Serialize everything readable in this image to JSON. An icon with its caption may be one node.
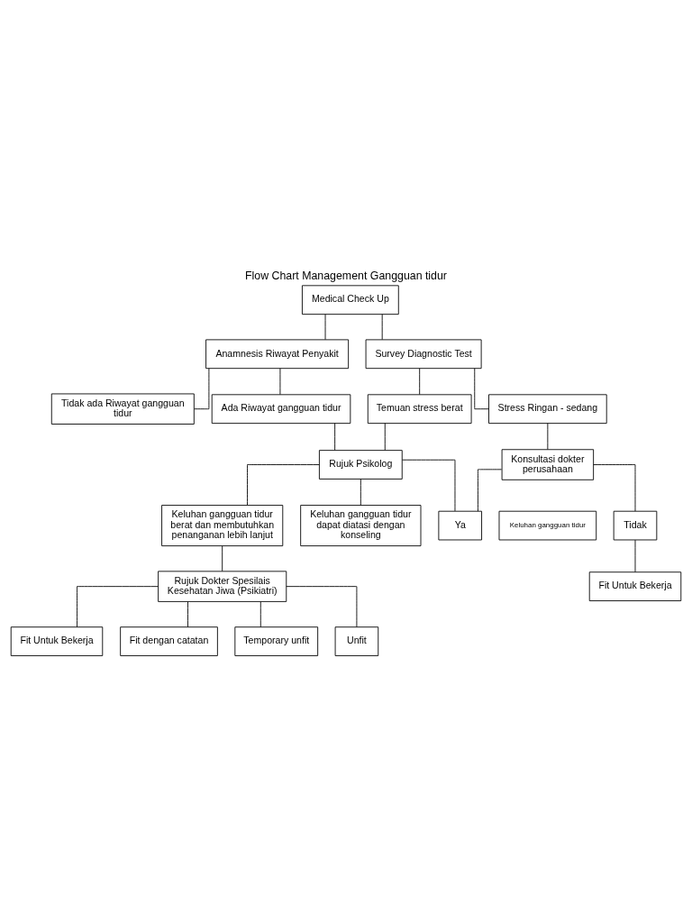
{
  "diagram": {
    "title": "Flow Chart Management Gangguan tidur",
    "nodes": [
      {
        "text": [
          "Medical Check Up"
        ]
      },
      {
        "text": [
          "Anamnesis Riwayat Penyakit"
        ]
      },
      {
        "text": [
          "Survey Diagnostic Test"
        ]
      },
      {
        "text": [
          "Tidak ada Riwayat gangguan tidur"
        ]
      },
      {
        "text": [
          "Ada Riwayat gangguan tidur"
        ]
      },
      {
        "text": [
          "Temuan stress berat"
        ]
      },
      {
        "text": [
          "Stress Ringan - sedang"
        ]
      },
      {
        "text": [
          "Rujuk Psikolog"
        ]
      },
      {
        "text": [
          "Konsultasi dokter perusahaan"
        ]
      },
      {
        "text": [
          "Keluhan gangguan tidur"
        ]
      },
      {
        "text": [
          "Keluhan gangguan tidur berat dan membutuhkan penanganan lebih lanjut"
        ]
      },
      {
        "text": [
          "Keluhan gangguan tidur dapat diatasi dengan konseling"
        ]
      },
      {
        "text": [
          "Ya"
        ]
      },
      {
        "text": [
          "Tidak"
        ]
      },
      {
        "text": [
          "Fit Untuk Bekerja"
        ]
      },
      {
        "text": [
          "Rujuk Dokter Spesilais Kesehatan Jiwa (Psikiatri)"
        ]
      },
      {
        "text": [
          "Fit Untuk Bekerja"
        ]
      },
      {
        "text": [
          "Fit dengan catatan"
        ]
      },
      {
        "text": [
          "Temporary unfit"
        ]
      },
      {
        "text": [
          "Unfit"
        ]
      }
    ],
    "edges": [
      {
        "from": 0,
        "to": 1,
        "arrow": "none"
      },
      {
        "from": 0,
        "to": 2,
        "arrow": "none"
      },
      {
        "from": 1,
        "to": 3,
        "arrow": "none"
      },
      {
        "from": 1,
        "to": 4,
        "arrow": "none"
      },
      {
        "from": 2,
        "to": 5,
        "arrow": "none"
      },
      {
        "from": 2,
        "to": 6,
        "arrow": "none"
      },
      {
        "from": 4,
        "to": 7,
        "arrow": "none"
      },
      {
        "from": 5,
        "to": 7,
        "arrow": "none"
      },
      {
        "from": 6,
        "to": 8,
        "arrow": "none"
      },
      {
        "from": 7,
        "to": 10,
        "arrow": "none"
      },
      {
        "from": 7,
        "to": 11,
        "arrow": "none"
      },
      {
        "from": 7,
        "to": 12,
        "arrow": "none"
      },
      {
        "from": 8,
        "to": 12,
        "arrow": "none"
      },
      {
        "from": 8,
        "to": 13,
        "arrow": "none"
      },
      {
        "from": 13,
        "to": 14,
        "arrow": "none"
      },
      {
        "from": 10,
        "to": 15,
        "arrow": "none"
      },
      {
        "from": 15,
        "to": 16,
        "arrow": "none"
      },
      {
        "from": 15,
        "to": 17,
        "arrow": "none"
      },
      {
        "from": 15,
        "to": 18,
        "arrow": "none"
      },
      {
        "from": 15,
        "to": 19,
        "arrow": "none"
      }
    ]
  }
}
